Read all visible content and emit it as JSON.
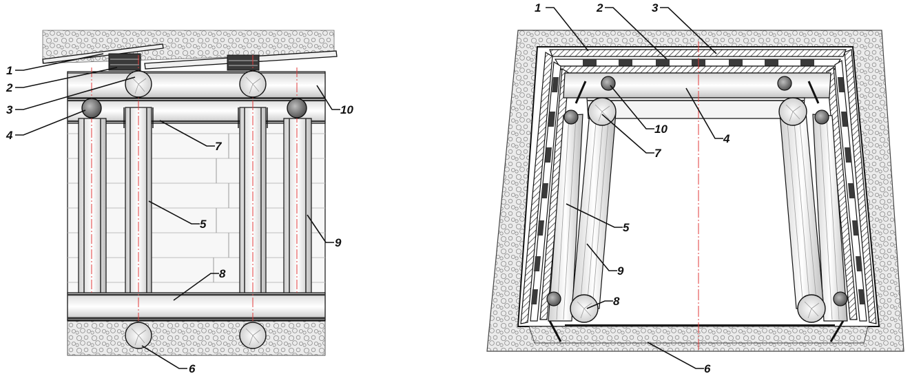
{
  "left_view": {
    "callouts": [
      "1",
      "2",
      "3",
      "4",
      "5",
      "6",
      "7",
      "8",
      "9",
      "10"
    ]
  },
  "right_view": {
    "callouts": [
      "1",
      "2",
      "3",
      "4",
      "5",
      "6",
      "7",
      "8",
      "9",
      "10"
    ]
  },
  "colors": {
    "line": "#111111",
    "rock": "#e6e6e6",
    "axis": "#e23a3a",
    "board": "#f0f0f0",
    "dark_block": "#333333"
  }
}
